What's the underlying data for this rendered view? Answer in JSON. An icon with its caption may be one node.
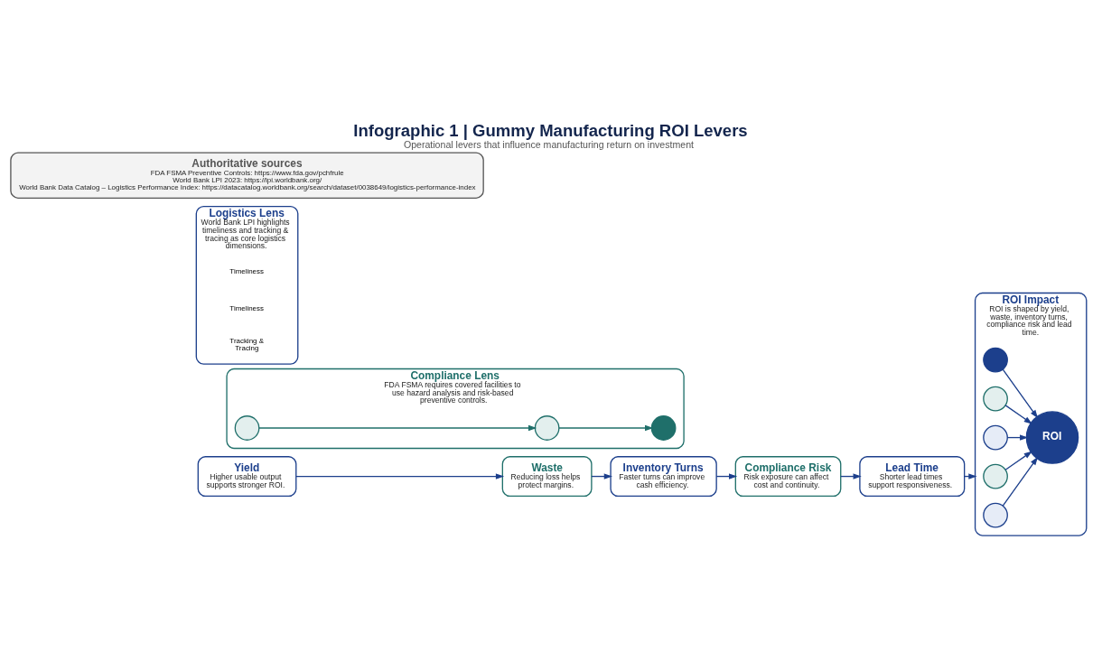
{
  "diagram": {
    "title": "Infographic 1 | Gummy Manufacturing ROI Levers",
    "caption": "Operational levers that influence manufacturing return on investment",
    "nodes": [
      {
        "text": [
          "Yield",
          "Higher usable output supports stronger ROI."
        ]
      },
      {
        "text": [
          "Waste",
          "Reducing loss helps protect margins."
        ]
      },
      {
        "text": [
          "Inventory Turns",
          "Faster turns can improve cash efficiency."
        ]
      },
      {
        "text": [
          "Compliance Risk",
          "Risk exposure can affect cost and continuity."
        ]
      },
      {
        "text": [
          "Lead Time",
          "Shorter lead times support responsiveness."
        ]
      },
      {
        "text": [
          "ROI Impact",
          "ROI is shaped by yield, waste, inventory turns, compliance risk and lead time."
        ]
      },
      {
        "text": [],
        "shape": "circle",
        "in": 5
      },
      {
        "text": [],
        "shape": "circle",
        "in": 5
      },
      {
        "text": [],
        "shape": "circle",
        "in": 5
      },
      {
        "text": [],
        "shape": "circle",
        "in": 5
      },
      {
        "text": [],
        "shape": "circle",
        "in": 5
      },
      {
        "text": [
          "ROI"
        ],
        "in": 5
      },
      {
        "text": [
          "Compliance Lens",
          "FDA FSMA requires covered facilities to use hazard analysis and risk-based preventive controls."
        ]
      },
      {
        "text": [],
        "shape": "circle",
        "in": 12
      },
      {
        "text": [],
        "shape": "circle",
        "in": 12
      },
      {
        "text": [],
        "shape": "circle",
        "in": 12
      },
      {
        "text": [
          "Logistics Lens",
          "World Bank LPI highlights timeliness and tracking & tracing as core logistics dimensions."
        ]
      },
      {
        "text": [
          "Authoritative sources",
          "FDA FSMA Preventive Controls: https://www.fda.gov/pchfrule",
          "World Bank LPI 2023: https://lpi.worldbank.org/",
          "World Bank Data Catalog – Logistics Performance Index: https://datacatalog.worldbank.org/search/dataset/0038649/logistics-performance-index"
        ]
      }
    ],
    "edges": [
      {
        "from": 0,
        "to": 1,
        "arrow": "to"
      },
      {
        "from": 1,
        "to": 2,
        "arrow": "to"
      },
      {
        "from": 2,
        "to": 3,
        "arrow": "to"
      },
      {
        "from": 3,
        "to": 4,
        "arrow": "to"
      },
      {
        "from": 4,
        "to": 5,
        "arrow": "to"
      },
      {
        "from": 6,
        "to": 11,
        "arrow": "to"
      },
      {
        "from": 7,
        "to": 11,
        "arrow": "to"
      },
      {
        "from": 8,
        "to": 11,
        "arrow": "to"
      },
      {
        "from": 9,
        "to": 11,
        "arrow": "to"
      },
      {
        "from": 10,
        "to": 11,
        "arrow": "to"
      },
      {
        "from": 13,
        "to": 14,
        "arrow": "to",
        "color": "#1f6f6a"
      },
      {
        "from": 14,
        "to": 15,
        "arrow": "to",
        "color": "#1f6f6a"
      }
    ],
    "labels": [
      "Timeliness",
      "Timeliness",
      "Tracking & Tracing"
    ]
  }
}
